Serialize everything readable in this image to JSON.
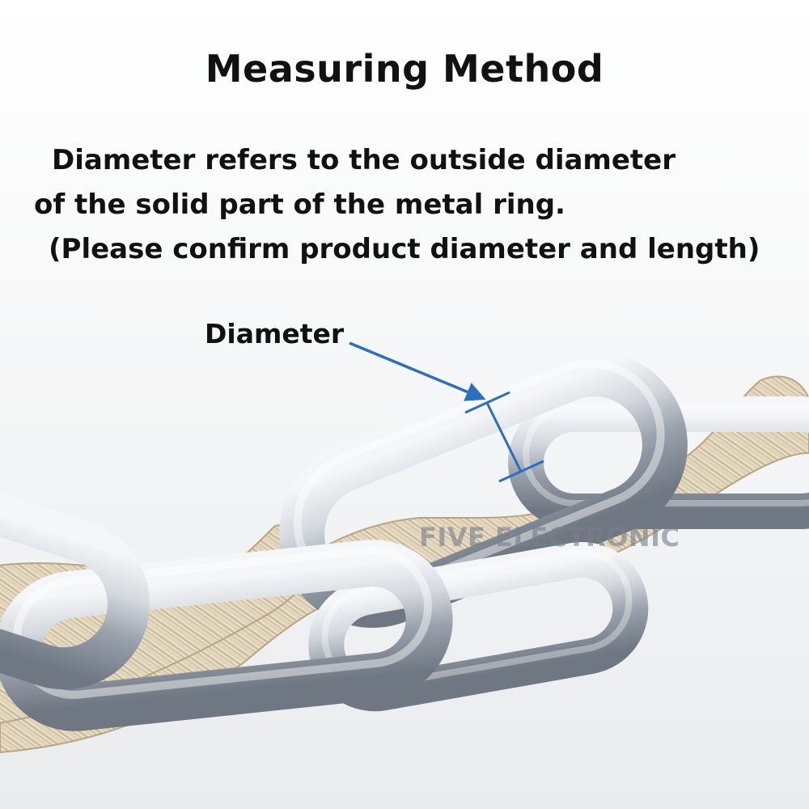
{
  "title": "Measuring Method",
  "description_lines": [
    "Diameter refers to the outside diameter",
    "of the solid part of the metal ring.",
    "(Please confirm product diameter and length)"
  ],
  "callout_label": "Diameter",
  "watermark": "FIVE ELECTRONIC",
  "colors": {
    "text": "#111111",
    "annotation": "#2a6fc0",
    "steel": "#c3cad2",
    "rope": "#e4d8c0",
    "background": "#ffffff"
  }
}
